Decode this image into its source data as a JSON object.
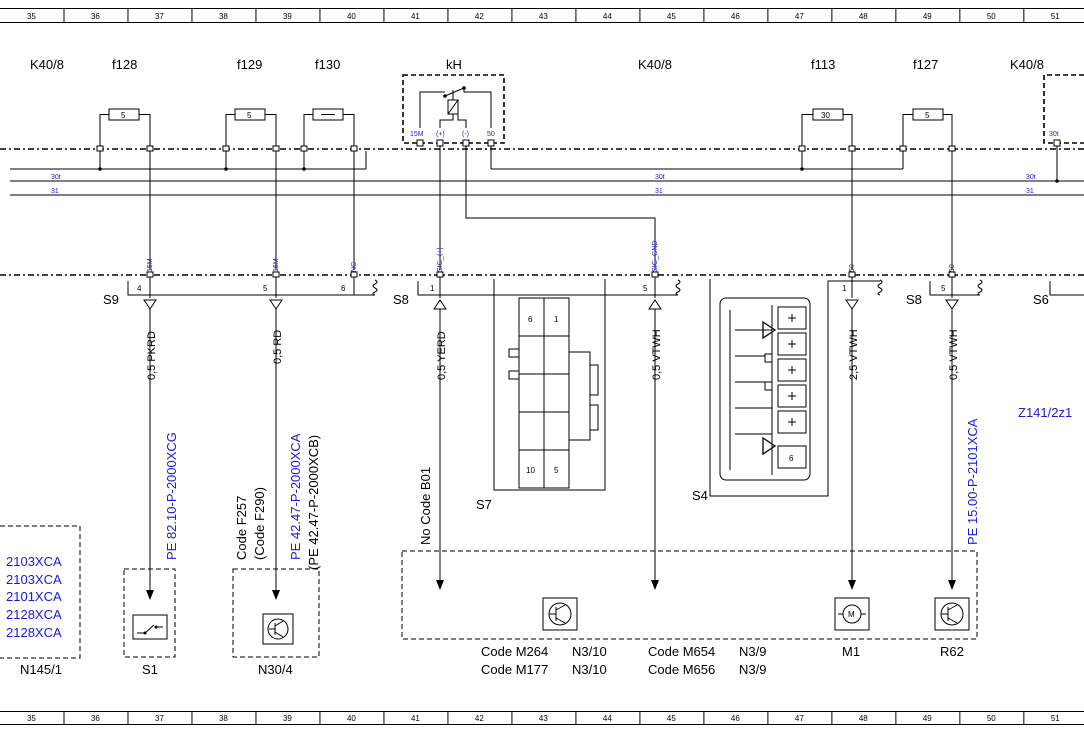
{
  "ruler": {
    "numbers": [
      "35",
      "36",
      "37",
      "38",
      "39",
      "40",
      "41",
      "42",
      "43",
      "44",
      "45",
      "46",
      "47",
      "48",
      "49",
      "50",
      "51"
    ]
  },
  "components": {
    "k40_8_left": "K40/8",
    "k40_8_mid": "K40/8",
    "k40_8_right": "K40/8",
    "f128": "f128",
    "f129": "f129",
    "f130": "f130",
    "kh": "kH",
    "f113": "f113",
    "f127": "f127"
  },
  "fuses": {
    "f128_rating": "5",
    "f129_rating": "5",
    "f130_rating": "",
    "f113_rating": "30",
    "f127_rating": "5"
  },
  "relay_pins": [
    "15M",
    "(+)",
    "(-)",
    "50"
  ],
  "bus_labels": {
    "l30t": "30t",
    "l31": "31",
    "right_30t": "30t"
  },
  "signals": {
    "s15m_a": "15M",
    "s15m_b": "15M",
    "nc": "NC",
    "sig_plus": "SIG_(+)",
    "sig_gnd": "SIG_GND",
    "s50_a": "50",
    "s50_b": "50"
  },
  "connectors": {
    "s9": "S9",
    "s8": "S8",
    "s8b": "S8",
    "s6": "S6",
    "s7": "S7",
    "s4": "S4"
  },
  "pins": {
    "p4": "4",
    "p5a": "5",
    "p6": "6",
    "p1a": "1",
    "p5b": "5",
    "p1b": "1",
    "p5c": "5"
  },
  "connector_s7_cells": {
    "c6": "6",
    "c1": "1",
    "c10": "10",
    "c5": "5"
  },
  "connector_s4_cells": {
    "c6": "6"
  },
  "wires": {
    "w1": "0,5 PKRD",
    "w2": "0,5 RD",
    "w3": "0,5 YERD",
    "w4": "0,5 VTWH",
    "w5": "2,5 VTWH",
    "w6": "0,5 VTWH"
  },
  "refs": {
    "pe82": "PE 82.10-P-2000XCG",
    "pe42a": "PE 42.47-P-2000XCA",
    "pe42b": "(PE 42.47-P-2000XCB)",
    "pe15": "PE 15.00-P-2101XCA",
    "z141": "Z141/2z1"
  },
  "codes": {
    "f257": "Code F257",
    "f290": "(Code F290)",
    "no_b01": "No  Code B01",
    "m264": "Code M264",
    "m177": "Code M177",
    "n310a": "N3/10",
    "n310b": "N3/10",
    "m654": "Code M654",
    "m656": "Code M656",
    "n39a": "N3/9",
    "n39b": "N3/9"
  },
  "left_box": {
    "items": [
      "2103XCA",
      "2103XCA",
      "2101XCA",
      "2128XCA",
      "2128XCA"
    ],
    "label": "N145/1"
  },
  "devices": {
    "s1": "S1",
    "n30_4": "N30/4",
    "m1": "M1",
    "m1_symbol": "M",
    "r62": "R62"
  },
  "colors": {
    "reference_blue": "#1b1bd6",
    "line": "#000000"
  }
}
